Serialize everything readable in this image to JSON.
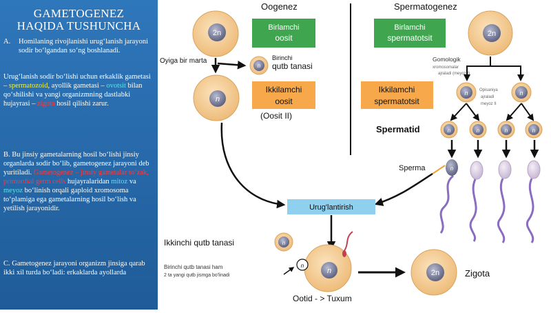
{
  "left": {
    "title_line1": "GAMETOGENEZ",
    "title_line2": "HAQIDA TUSHUNCHA",
    "para_a_marker": "A.",
    "para_a": "Homilaning rivojlanishi urug‘lanish jarayoni sodir bo‘lgandan so‘ng boshlanadi.",
    "para_b_1": "Urug‘lanish sodir bo‘lishi uchun erkaklik gametasi –",
    "para_b_sperm": "spermatozoid",
    "para_b_2": ", ayollik gametasi –",
    "para_b_ovum": "ovotsit",
    "para_b_3": "bilan qo‘shilishi va yangi organizmning dastlabki hujayrasi –",
    "para_b_zygote": "zigota",
    "para_b_4": "hosil qilishi zarur.",
    "para_c_1": "B. Bu jinsiy gametalarning hosil bo‘lishi jinsiy organlarda sodir bo‘lib, gametogenez jarayoni deb yuritiladi.",
    "para_c_red": "Gametogenez – jinsiy gametalar to‘zak, primordial germ cells",
    "para_c_2": "hujayralaridan",
    "para_c_mitoz": "mitoz",
    "para_c_3": "va",
    "para_c_meyoz": "meyoz",
    "para_c_4": "bo‘linish orqali gaploid xromosoma to‘plamiga ega gametalarning hosil bo‘lish va yetilish jarayonidir.",
    "para_d_1": "C. Gametogenez jarayoni organizm jinsiga qarab ikki xil turda bo‘ladi: erkaklarda",
    "para_d_2": "ayollarda"
  },
  "diagram": {
    "oogenez_title": "Oogenez",
    "spermatogenez_title": "Spermatogenez",
    "oogonium_ploidy": "2n",
    "spermatogonium_ploidy": "2n",
    "birlamchi_oosit": [
      "Birlamchi",
      "oosit"
    ],
    "birlamchi_spermatotsit": [
      "Birlamchi",
      "spermatotsit"
    ],
    "oyiga_bir_marta": "Oyiga bir marta",
    "birinchi_qutb_tanasi": [
      "Birinchi",
      "qutb tanasi"
    ],
    "polar_ploidy": "n",
    "ikkilamchi_oosit": [
      "Ikkilamchi",
      "oosit"
    ],
    "oosit_ii": "(Oosit II)",
    "ikkilamchi_spermatotsit": [
      "Ikkilamchi",
      "spermatotsit"
    ],
    "gomologik": [
      "Gomologik",
      "xromosomalar",
      "ajraladi (meyoz I)"
    ],
    "opisaniya": [
      "Opisaniya",
      "ajraladi",
      "meyoz II"
    ],
    "spermatid": "Spermatid",
    "sperma": "Sperma",
    "urug_lantirish": "Urug'lantirish",
    "ikkinchi_qutb_tanasi": "Ikkinchi qutb tanasi",
    "birinchi_qutb_ham": [
      "Birinchi qutb tanasi ham",
      "2 ta yangi qutb jismga bo'linadi"
    ],
    "ootid_tuxum": "Ootid - > Tuxum",
    "zigota": "Zigota",
    "zigota_ploidy": "2n",
    "haploid_label": "n"
  },
  "colors": {
    "green_box": "#3fa64f",
    "orange_box": "#f7a84a",
    "blue_box": "#8fd0ef",
    "cell_fill": "#f4c98f",
    "cell_nucleus": "#8a8ea8",
    "sidebar_bg": "#2a6fb0",
    "sperm_tail": "#8a6cc0"
  }
}
